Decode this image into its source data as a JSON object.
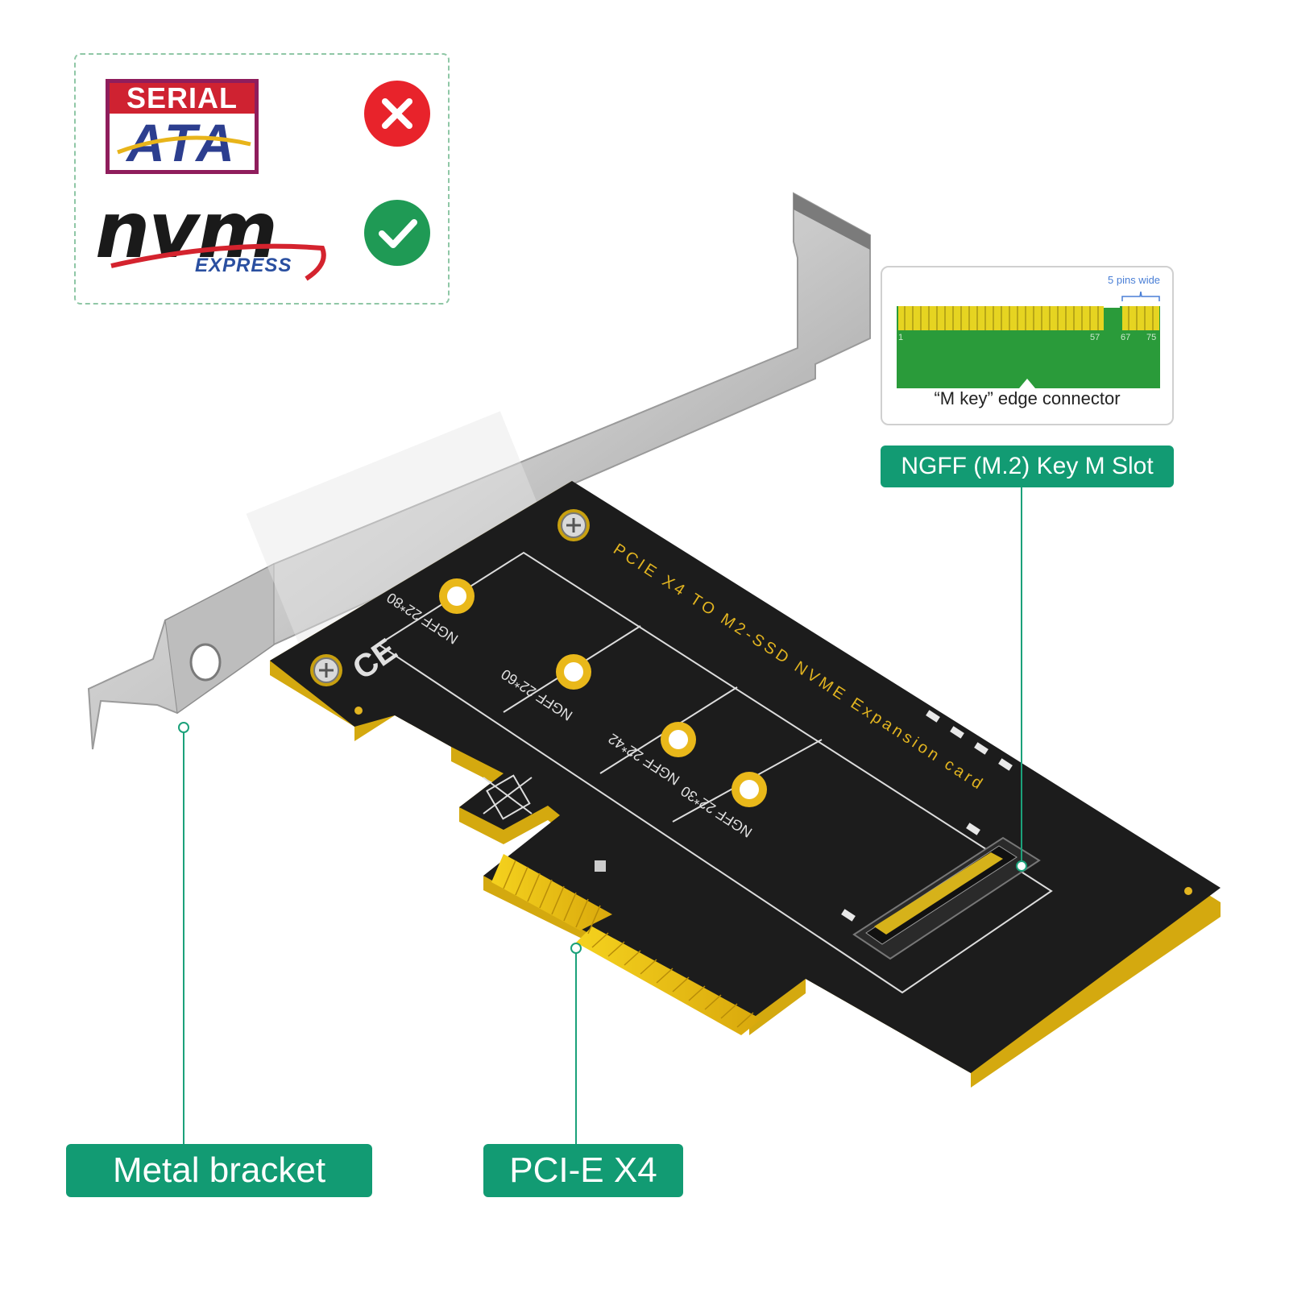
{
  "compatibility": {
    "sata_logo": {
      "top_text": "SERIAL",
      "bottom_text": "ATA",
      "status_icon": "cross-icon"
    },
    "nvme_logo": {
      "word": "nvm",
      "sub": "EXPRESS",
      "status_icon": "check-icon"
    }
  },
  "mkey_inset": {
    "pins_label": "5 pins wide",
    "pin_numbers": [
      "1",
      "57",
      "67",
      "75"
    ],
    "caption": "“M key” edge connector"
  },
  "board": {
    "silk_title": "PCIE X4 TO M2-SSD NVME Expansion card",
    "mount_labels": [
      "NGFF 22*80",
      "NGFF 22*60",
      "NGFF 22*42",
      "NGFF 22*30"
    ],
    "ce_mark": "CE"
  },
  "labels": {
    "slot": "NGFF (M.2) Key M Slot",
    "bracket": "Metal bracket",
    "pcie": "PCI-E X4"
  },
  "colors": {
    "accent_green": "#129b73",
    "pcb": "#1c1c1c",
    "gold": "#e8c21a",
    "cross_red": "#e8232b",
    "check_green": "#1f9a55"
  }
}
